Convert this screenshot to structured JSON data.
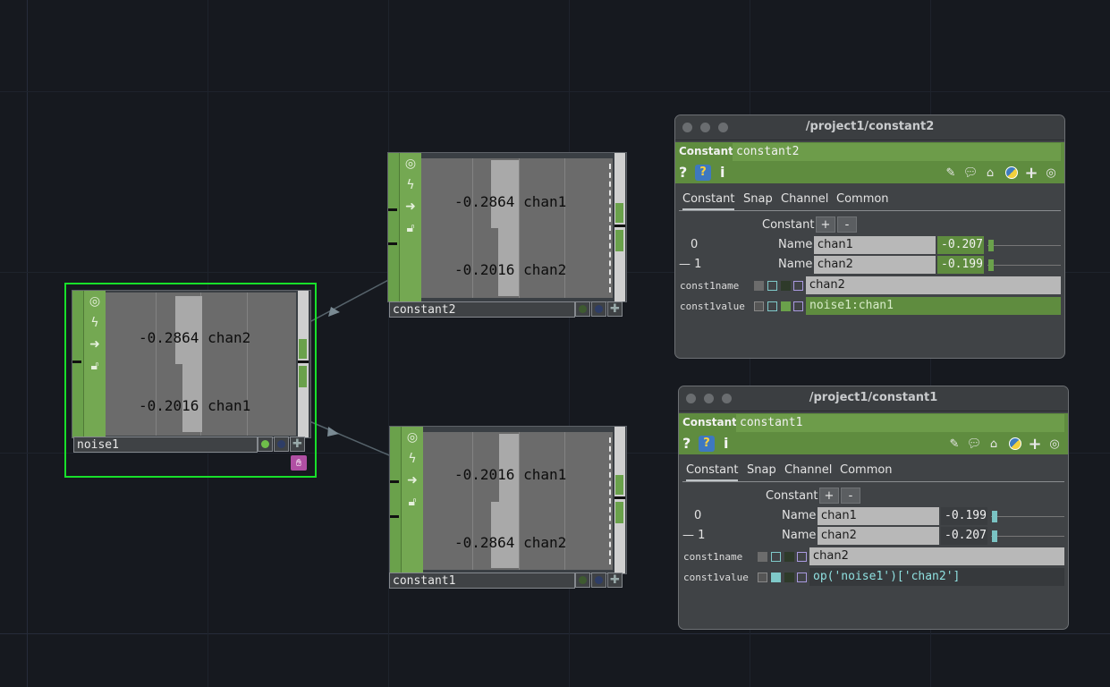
{
  "nodes": {
    "noise1": {
      "label": "noise1",
      "channels": [
        {
          "value": "-0.2864",
          "name": "chan2"
        },
        {
          "value": "-0.2016",
          "name": "chan1"
        }
      ]
    },
    "constant2": {
      "label": "constant2",
      "channels": [
        {
          "value": "-0.2864",
          "name": "chan1"
        },
        {
          "value": "-0.2016",
          "name": "chan2"
        }
      ]
    },
    "constant1": {
      "label": "constant1",
      "channels": [
        {
          "value": "-0.2016",
          "name": "chan1"
        },
        {
          "value": "-0.2864",
          "name": "chan2"
        }
      ]
    }
  },
  "windows": [
    {
      "title": "/project1/constant2",
      "op_type": "Constant",
      "op_name": "constant2",
      "tools": {
        "help": "?",
        "info": "i"
      },
      "tabs": [
        "Constant",
        "Snap",
        "Channel",
        "Common"
      ],
      "section_label": "Constant",
      "add_label": "+",
      "remove_label": "-",
      "rows": [
        {
          "index": "0",
          "prefix": "",
          "label": "Name",
          "name": "chan1",
          "value": "-0.207"
        },
        {
          "index": "1",
          "prefix": "—",
          "label": "Name",
          "name": "chan2",
          "value": "-0.199"
        }
      ],
      "const1name_label": "const1name",
      "const1name_value": "chan2",
      "const1value_label": "const1value",
      "const1value_expr": "noise1:chan1"
    },
    {
      "title": "/project1/constant1",
      "op_type": "Constant",
      "op_name": "constant1",
      "tools": {
        "help": "?",
        "info": "i"
      },
      "tabs": [
        "Constant",
        "Snap",
        "Channel",
        "Common"
      ],
      "section_label": "Constant",
      "add_label": "+",
      "remove_label": "-",
      "rows": [
        {
          "index": "0",
          "prefix": "",
          "label": "Name",
          "name": "chan1",
          "value": "-0.199"
        },
        {
          "index": "1",
          "prefix": "—",
          "label": "Name",
          "name": "chan2",
          "value": "-0.207"
        }
      ],
      "const1name_label": "const1name",
      "const1name_value": "chan2",
      "const1value_label": "const1value",
      "const1value_expr": "op('noise1')['chan2']"
    }
  ],
  "colors": {
    "background": "#16191f",
    "chop_green": "#6aa14b",
    "selection": "#18e02a",
    "python_expr": "#8fe0e0"
  }
}
